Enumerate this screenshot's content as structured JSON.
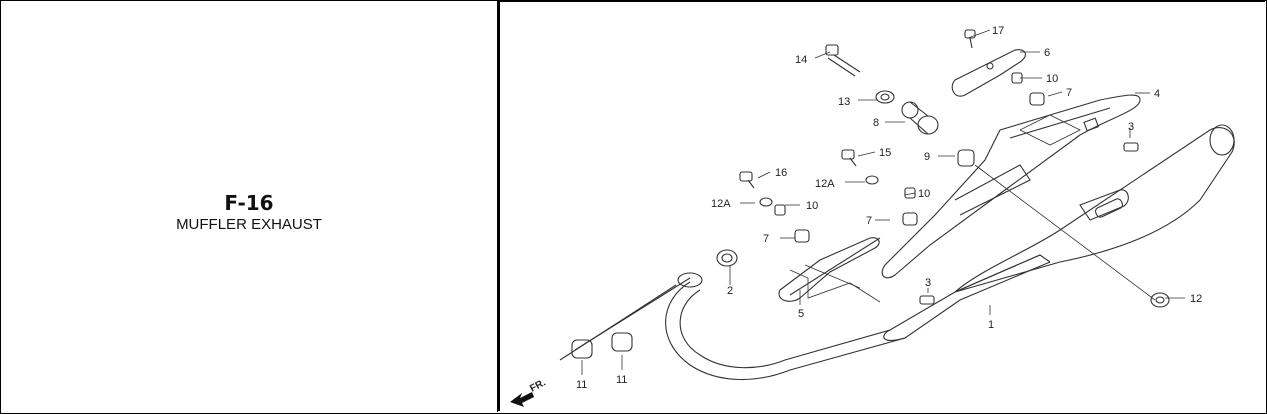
{
  "figure": {
    "code": "F-16",
    "title": "MUFFLER EXHAUST"
  },
  "callouts": [
    "17",
    "6",
    "14",
    "10",
    "13",
    "7",
    "4",
    "8",
    "3",
    "15",
    "9",
    "16",
    "12A",
    "10",
    "12A",
    "10",
    "7",
    "7",
    "2",
    "3",
    "5",
    "1",
    "12",
    "11",
    "11"
  ],
  "direction_marker": "FR."
}
